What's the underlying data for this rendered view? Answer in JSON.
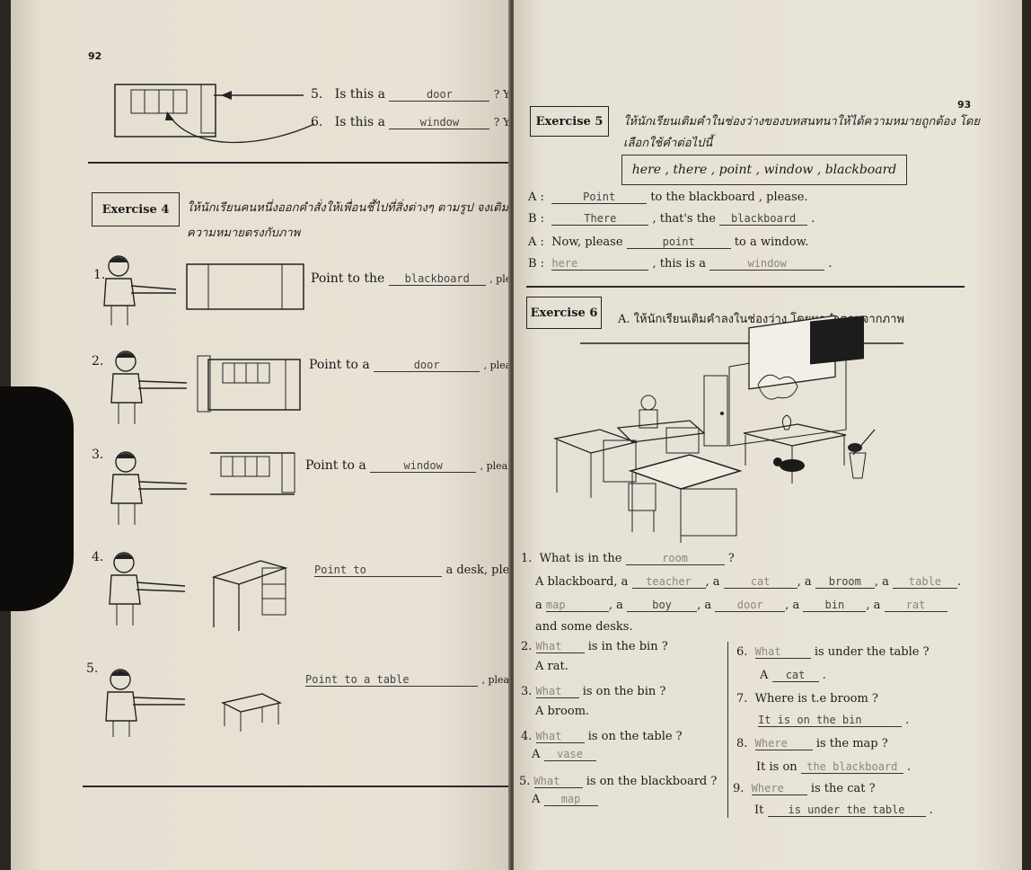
{
  "left_page": {
    "page_number": "92",
    "top_items": [
      {
        "num": "5.",
        "text": "Is this a",
        "answer": "door",
        "tail": "? Ye"
      },
      {
        "num": "6.",
        "text": "Is this a",
        "answer": "window",
        "tail": "? Ye"
      }
    ],
    "exercise_label": "Exercise 4",
    "instruction_line1": "ให้นักเรียนคนหนึ่งออกคำสั่งให้เพื่อนชี้ไปที่สิ่งต่างๆ ตามรูป จงเติมคำให้",
    "instruction_line2": "ความหมายตรงกับภาพ",
    "items": [
      {
        "num": "1.",
        "prefix": "Point to the",
        "answer": "blackboard",
        "suffix": ", please"
      },
      {
        "num": "2.",
        "prefix": "Point to a",
        "answer": "door",
        "suffix": ", please"
      },
      {
        "num": "3.",
        "prefix": "Point to a",
        "answer": "window",
        "suffix": ", please"
      },
      {
        "num": "4.",
        "prefix": "",
        "answer": "Point to",
        "suffix": "a desk, please"
      },
      {
        "num": "5.",
        "prefix": "",
        "answer": "Point to a table",
        "suffix": ", please"
      }
    ]
  },
  "right_page": {
    "page_number": "93",
    "exercise5_label": "Exercise 5",
    "exercise5_instruction1": "ให้นักเรียนเติมคำในช่องว่างของบทสนทนาให้ได้ความหมายถูกต้อง โดย",
    "exercise5_instruction2": "เลือกใช้คำต่อไปนี้",
    "word_box": "here ,  there ,  point ,  window ,  blackboard",
    "dialogue": [
      {
        "speaker": "A :",
        "answer": "Point",
        "text": "to the blackboard , please."
      },
      {
        "speaker": "B :",
        "answer": "There",
        "text": ", that's the",
        "answer2": "blackboard",
        "end": "."
      },
      {
        "speaker": "A :",
        "pre": "Now, please",
        "answer": "point",
        "text": "to a window."
      },
      {
        "speaker": "B :",
        "answer": "here",
        "text": ", this is a",
        "answer2": "window",
        "end": "."
      }
    ],
    "exercise6_label": "Exercise 6",
    "exercise6_instruction": "A.  ให้นักเรียนเติมคำลงในช่องว่าง  โดยหาคำตอบจากภาพ",
    "q1": {
      "num": "1.",
      "question": "What is in the",
      "answer": "room",
      "mark": "?",
      "line2_pre": "A blackboard,  a",
      "list": [
        "teacher",
        "cat",
        "broom",
        "table"
      ],
      "line3_pre": "a",
      "list2": [
        "map",
        "boy",
        "door",
        "bin",
        "rat"
      ],
      "end": "and some desks."
    },
    "left_questions": [
      {
        "num": "2.",
        "answer": "What",
        "question": "is in the bin ?",
        "reply_pre": "A rat.",
        "reply_answer": ""
      },
      {
        "num": "3.",
        "answer": "What",
        "question": "is on the bin ?",
        "reply_pre": "A broom.",
        "reply_answer": ""
      },
      {
        "num": "4.",
        "answer": "What",
        "question": "is on the table ?",
        "reply_pre": "A",
        "reply_answer": "vase"
      },
      {
        "num": "5.",
        "answer": "What",
        "question": "is on the blackboard ?",
        "reply_pre": "A",
        "reply_answer": "map"
      }
    ],
    "right_questions": [
      {
        "num": "6.",
        "answer": "What",
        "question": "is under the table ?",
        "reply_pre": "A",
        "reply_answer": "cat",
        "reply_end": "."
      },
      {
        "num": "7.",
        "pre": "Where is t.e broom ?",
        "reply_answer": "It is on the bin",
        "reply_end": "."
      },
      {
        "num": "8.",
        "answer": "Where",
        "question": "is the map ?",
        "reply_pre": "It is on",
        "reply_answer": "the blackboard",
        "reply_end": "."
      },
      {
        "num": "9.",
        "answer": "Where",
        "question": "is the cat ?",
        "reply_pre": "It",
        "reply_answer": "is under the table",
        "reply_end": "."
      }
    ]
  }
}
